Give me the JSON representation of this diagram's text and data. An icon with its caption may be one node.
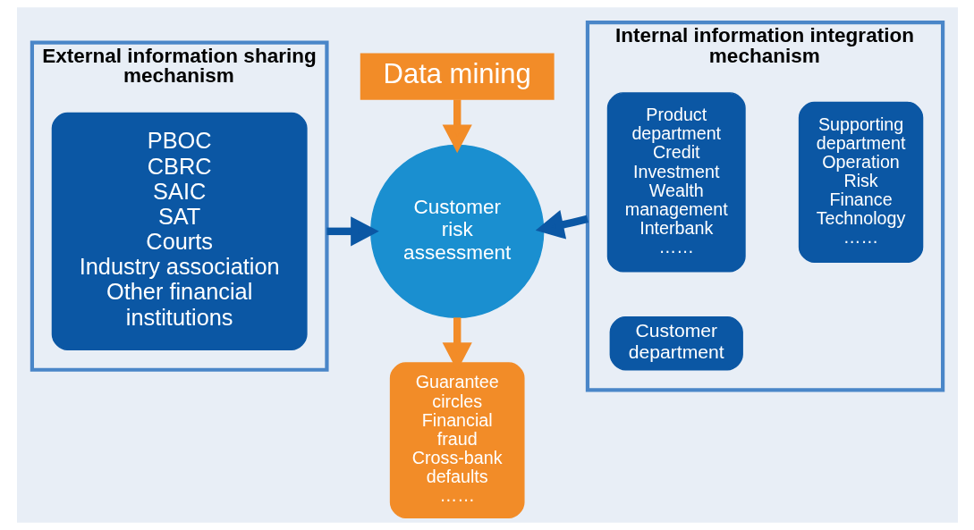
{
  "diagram": {
    "nodes": [
      {
        "text": [
          "External information sharing mechanism"
        ]
      },
      {
        "text": [
          "PBOC",
          "CBRC",
          "SAIC",
          "SAT",
          "Courts",
          "Industry association",
          "Other financial institutions"
        ],
        "in": 0
      },
      {
        "text": [
          "Data mining"
        ]
      },
      {
        "text": [
          "Customer risk assessment"
        ]
      },
      {
        "text": [
          "Internal information integration mechanism"
        ]
      },
      {
        "text": [
          "Product department",
          "Credit",
          "Investment",
          "Wealth management",
          "Interbank",
          "……"
        ],
        "in": 4
      },
      {
        "text": [
          "Customer department"
        ],
        "in": 4
      },
      {
        "text": [
          "Supporting department",
          "Operation",
          "Risk",
          "Finance",
          "Technology",
          "……"
        ],
        "in": 4
      },
      {
        "text": [
          "Guarantee circles",
          "Financial fraud",
          "Cross-bank defaults",
          "……"
        ]
      }
    ],
    "edges": [
      {
        "from": 2,
        "to": 3,
        "arrow": "to",
        "color": "#f28c28"
      },
      {
        "from": 0,
        "to": 3,
        "arrow": "to",
        "color": "#0b57a4"
      },
      {
        "from": 4,
        "to": 3,
        "arrow": "to",
        "color": "#0b57a4"
      },
      {
        "from": 3,
        "to": 8,
        "arrow": "to",
        "color": "#f28c28"
      }
    ]
  }
}
